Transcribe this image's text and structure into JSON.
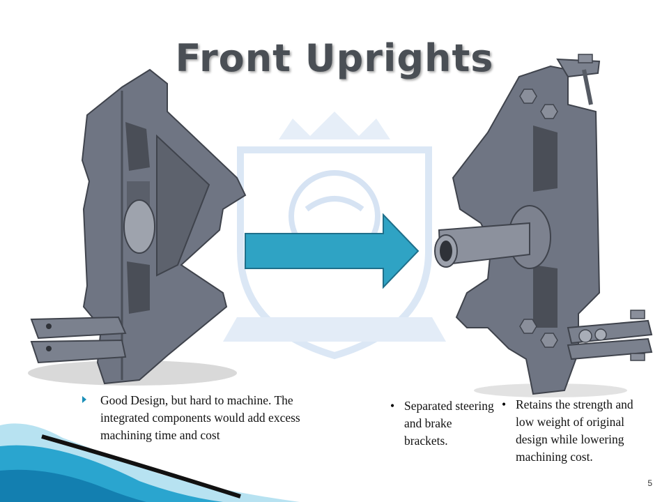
{
  "slide": {
    "title": "Front Uprights",
    "page_number": "5",
    "left_bullet": "Good Design, but hard to machine. The integrated components would add excess machining time and cost",
    "mid_bullet": "Separated steering and brake brackets.",
    "right_bullet": "Retains the strength and low weight of original design while lowering machining cost."
  },
  "colors": {
    "arrow_fill": "#2fa3c4",
    "arrow_stroke": "#1f6f8a",
    "part_gray": "#6d7380",
    "part_dark": "#3f434c",
    "watermark": "#dde9f6",
    "accent": "#1a8fb8"
  }
}
